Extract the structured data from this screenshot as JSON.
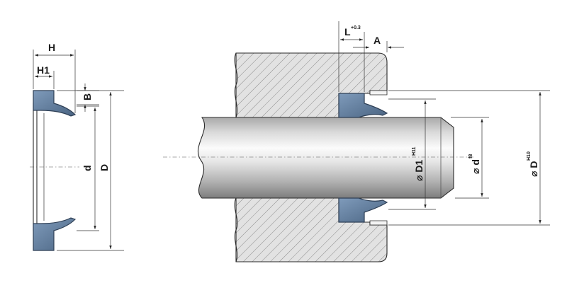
{
  "labels": {
    "H": "H",
    "H1": "H1",
    "B": "B",
    "d": "d",
    "D": "D",
    "L": "L",
    "L_tol": "+0.3",
    "A": "A",
    "D1_prefix": "⌀ D1",
    "D1_tol": "H11",
    "d_prefix": "⌀ d",
    "d_tol": "f8",
    "Dbig_prefix": "⌀ D",
    "Dbig_tol": "H10"
  },
  "colors": {
    "seal": "#5f7b9c",
    "seal_stroke": "#2e3f55",
    "housing": "#dcdcdc",
    "hatch": "#8a8a8a",
    "line": "#222222"
  }
}
